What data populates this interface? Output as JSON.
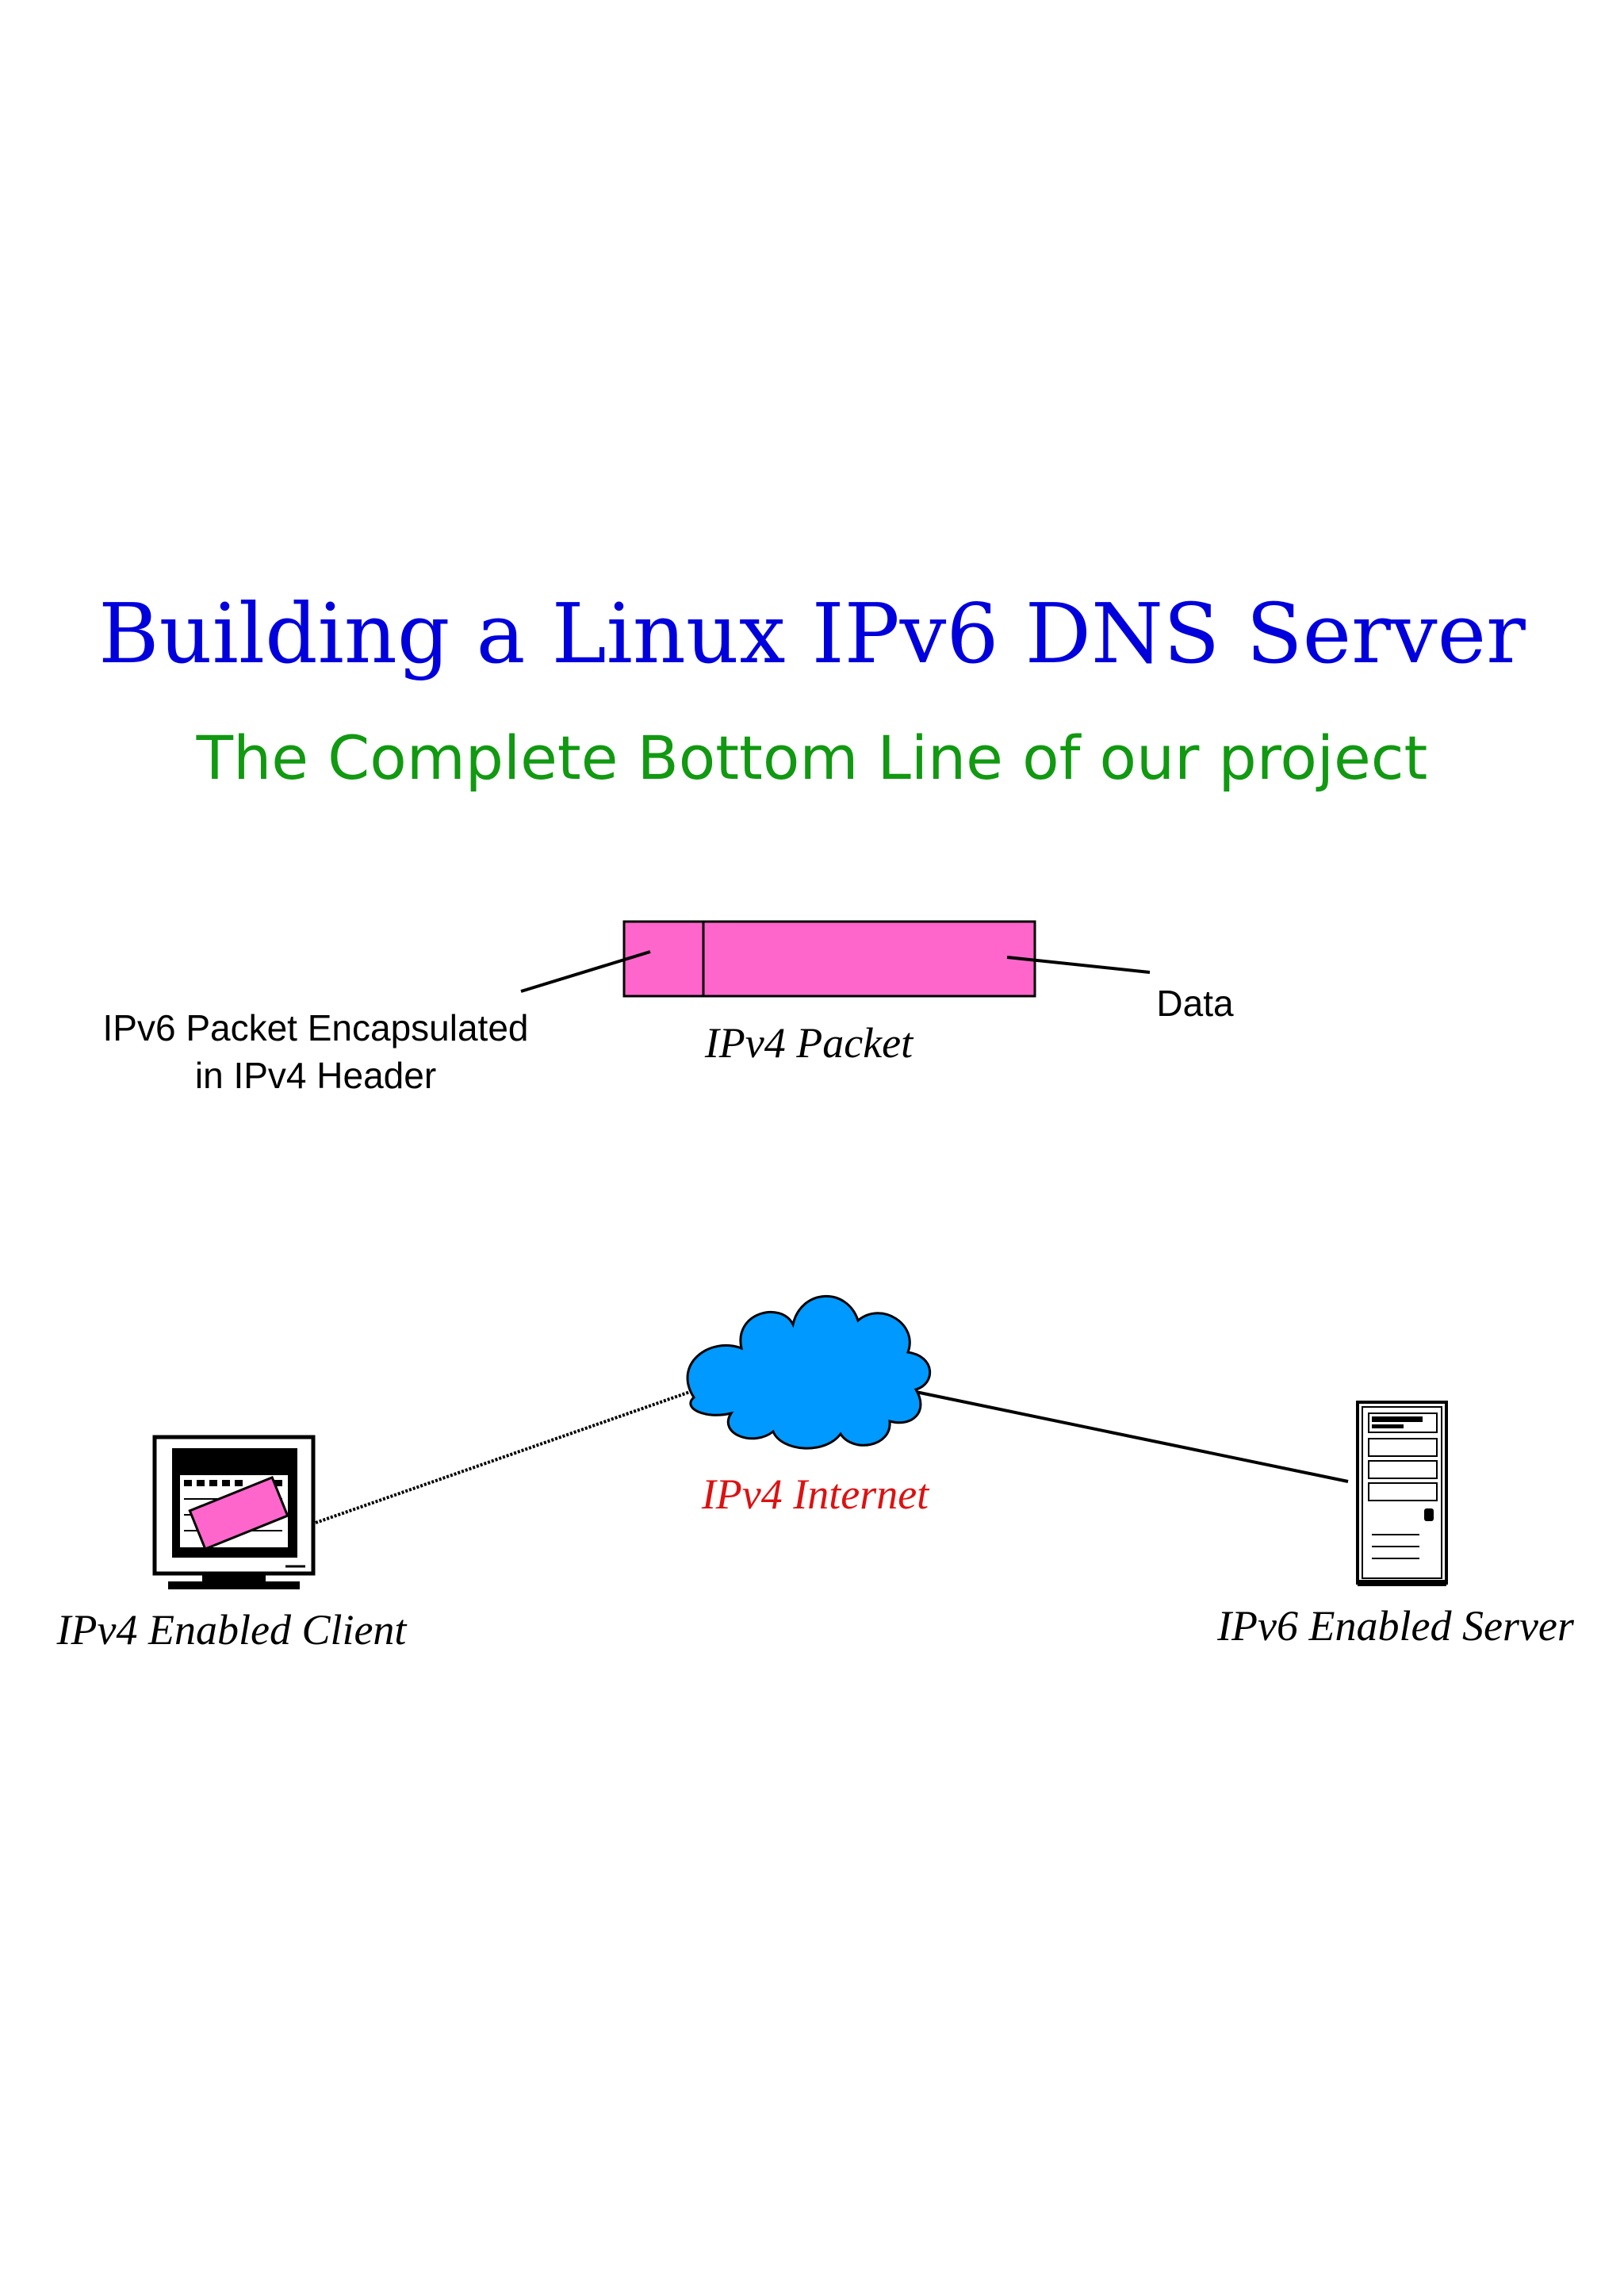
{
  "title": "Building a Linux IPv6 DNS Server",
  "subtitle": "The Complete Bottom Line of our project",
  "packet": {
    "caption": "IPv4 Packet",
    "header_label_line1": "IPv6 Packet Encapsulated",
    "header_label_line2": "in IPv4 Header",
    "data_label": "Data"
  },
  "network": {
    "cloud_label": "IPv4 Internet",
    "client_label": "IPv4 Enabled Client",
    "server_label": "IPv6 Enabled Server"
  },
  "colors": {
    "title": "#0000dd",
    "subtitle": "#119911",
    "packet_fill": "#ff66cc",
    "cloud_fill": "#0099ff",
    "internet_label": "#dd1111",
    "text": "#000000"
  },
  "icons": {
    "client": "desktop-computer-icon",
    "server": "tower-server-icon",
    "cloud": "cloud-icon"
  }
}
